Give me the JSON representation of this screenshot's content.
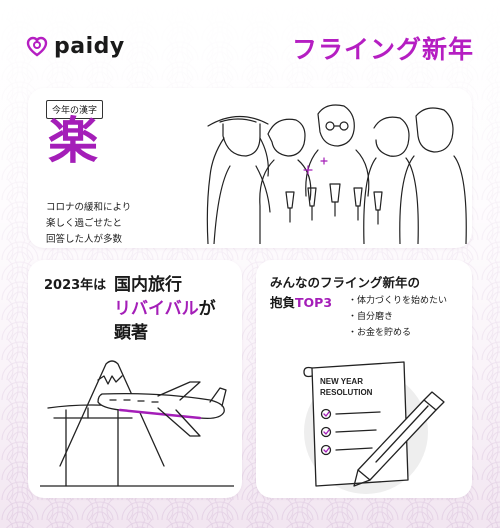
{
  "brand": {
    "name": "paidy",
    "accent": "#b51ec2"
  },
  "header": {
    "title": "フライング新年"
  },
  "kanji_card": {
    "badge": "今年の漢字",
    "kanji": "楽",
    "desc": [
      "コロナの緩和により",
      "楽しく過ごせたと",
      "回答した人が多数"
    ]
  },
  "travel_card": {
    "prefix": "2023年は",
    "line1": "国内旅行",
    "line2_highlight": "リバイバル",
    "line2_suffix": "が",
    "line3": "顕著"
  },
  "goals_card": {
    "title_line1": "みんなのフライング新年の",
    "title_line2_prefix": "抱負",
    "title_line2_highlight": "TOP3",
    "items": [
      "・体力づくりを始めたい",
      "・自分磨き",
      "・お金を貯める"
    ],
    "paper_text_1": "NEW YEAR",
    "paper_text_2": "RESOLUTION"
  }
}
